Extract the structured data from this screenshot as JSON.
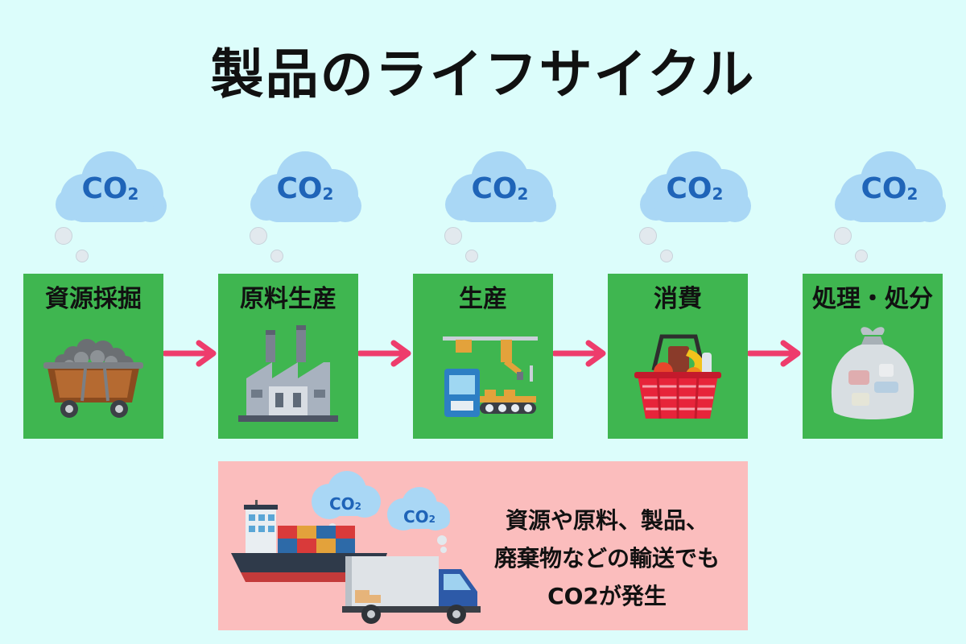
{
  "title": "製品のライフサイクル",
  "co2_label": "CO",
  "co2_sub": "2",
  "stages": [
    {
      "label": "資源採掘",
      "icon": "mining-cart-icon"
    },
    {
      "label": "原料生産",
      "icon": "factory-icon"
    },
    {
      "label": "生産",
      "icon": "assembly-line-icon"
    },
    {
      "label": "消費",
      "icon": "shopping-basket-icon"
    },
    {
      "label": "処理・処分",
      "icon": "garbage-bag-icon"
    }
  ],
  "transport": {
    "lines": [
      "資源や原料、製品、",
      "廃棄物などの輸送でも",
      "CO2が発生"
    ],
    "icons": [
      "cargo-ship-icon",
      "delivery-truck-icon"
    ]
  },
  "colors": {
    "background": "#dcfdfb",
    "stage_green": "#3fb650",
    "arrow_pink": "#ee3c6c",
    "co2_text": "#1f64b8",
    "cloud": "#a9d7f5",
    "transport_box": "#fbbdbd"
  }
}
